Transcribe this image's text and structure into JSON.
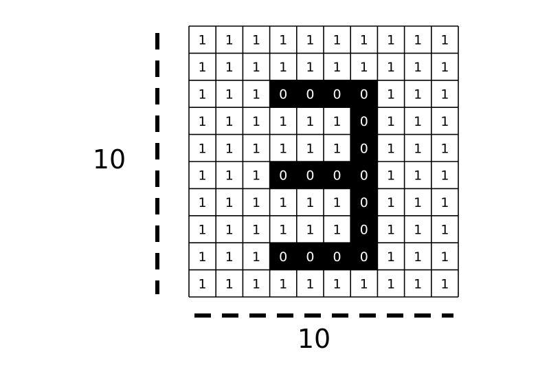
{
  "grid": {
    "rows": [
      [
        1,
        1,
        1,
        1,
        1,
        1,
        1,
        1,
        1,
        1
      ],
      [
        1,
        1,
        1,
        1,
        1,
        1,
        1,
        1,
        1,
        1
      ],
      [
        1,
        1,
        1,
        0,
        0,
        0,
        0,
        1,
        1,
        1
      ],
      [
        1,
        1,
        1,
        1,
        1,
        1,
        0,
        1,
        1,
        1
      ],
      [
        1,
        1,
        1,
        1,
        1,
        1,
        0,
        1,
        1,
        1
      ],
      [
        1,
        1,
        1,
        0,
        0,
        0,
        0,
        1,
        1,
        1
      ],
      [
        1,
        1,
        1,
        1,
        1,
        1,
        0,
        1,
        1,
        1
      ],
      [
        1,
        1,
        1,
        1,
        1,
        1,
        0,
        1,
        1,
        1
      ],
      [
        1,
        1,
        1,
        0,
        0,
        0,
        0,
        1,
        1,
        1
      ],
      [
        1,
        1,
        1,
        1,
        1,
        1,
        1,
        1,
        1,
        1
      ]
    ]
  },
  "labels": {
    "height": "10",
    "width": "10"
  },
  "colors": {
    "on_cell": "#ffffff",
    "off_cell": "#000000",
    "grid_line": "#000000",
    "text_on_light": "#000000",
    "text_on_dark": "#ffffff"
  }
}
